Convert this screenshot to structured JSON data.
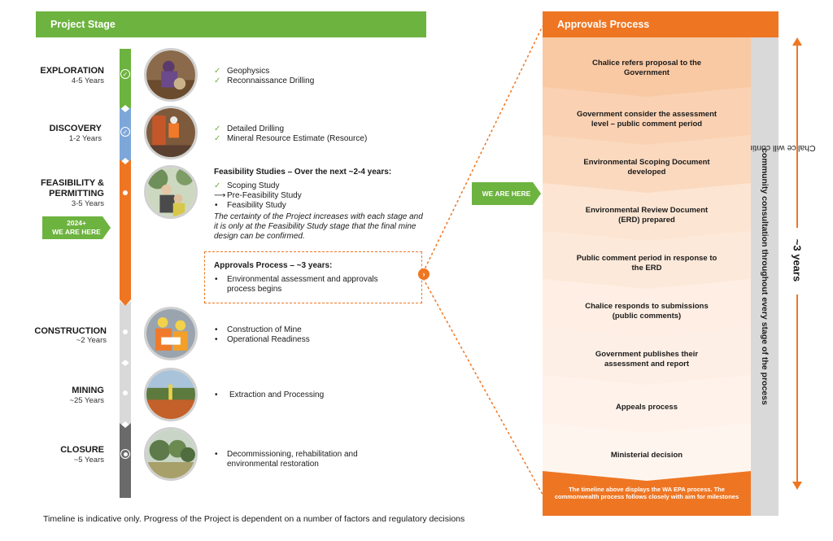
{
  "header": {
    "project_stage": "Project Stage",
    "approvals_process": "Approvals Process"
  },
  "stages": [
    {
      "name": "EXPLORATION",
      "years": "4-5 Years",
      "items": [
        "Geophysics",
        "Reconnaissance Drilling"
      ],
      "status": "complete"
    },
    {
      "name": "DISCOVERY",
      "years": "1-2 Years",
      "items": [
        "Detailed Drilling",
        "Mineral Resource Estimate (Resource)"
      ],
      "status": "complete"
    },
    {
      "name_line1": "FEASIBILITY &",
      "name_line2": "PERMITTING",
      "years": "3-5 Years",
      "status": "current",
      "heading": "Feasibility Studies – Over the next ~2-4 years:",
      "items": [
        "Scoping Study",
        "Pre-Feasibility Study",
        "Feasibility Study"
      ],
      "note": "The certainty of the Project increases with each stage and it is only at the Feasibility Study stage that the final mine design can be confirmed.",
      "approvals_heading": "Approvals Process – ~3 years:",
      "approvals_item": "Environmental assessment and approvals process begins"
    },
    {
      "name": "CONSTRUCTION",
      "years": "~2 Years",
      "items": [
        "Construction of Mine",
        "Operational Readiness"
      ],
      "status": "future"
    },
    {
      "name": "MINING",
      "years": "~25 Years",
      "items": [
        "Extraction and Processing"
      ],
      "status": "future"
    },
    {
      "name": "CLOSURE",
      "years": "~5 Years",
      "items": [
        "Decommissioning, rehabilitation and environmental restoration"
      ],
      "status": "future"
    }
  ],
  "we_are_here_left_line1": "2024+",
  "we_are_here_left_line2": "WE ARE HERE",
  "we_are_here_right": "WE ARE HERE",
  "approvals_steps": [
    "Chalice refers proposal to the Government",
    "Government consider the assessment level – public comment period",
    "Environmental Scoping Document developed",
    "Environmental Review Document (ERD) prepared",
    "Public comment period in response to the ERD",
    "Chalice responds to submissions (public comments)",
    "Government publishes their assessment and report",
    "Appeals process",
    "Ministerial decision"
  ],
  "approvals_footer": "The timeline above displays the WA EPA process. The commonwealth process follows closely with aim for milestones",
  "side_text_prefix": "Chalice will continue our ",
  "side_text_bold": "community consultation throughout every stage of the process",
  "duration_label": "~3 years",
  "footer_note": "Timeline is indicative only. Progress of the Project is dependent on a number of factors and regulatory decisions",
  "colors": {
    "green": "#6db33f",
    "orange": "#ee7623",
    "blue": "#7da7d9",
    "grey": "#d9d9d9",
    "dark_grey": "#6a6a6a"
  },
  "icons": [
    "check-icon",
    "arrow-right-icon",
    "chevron-right-icon"
  ]
}
